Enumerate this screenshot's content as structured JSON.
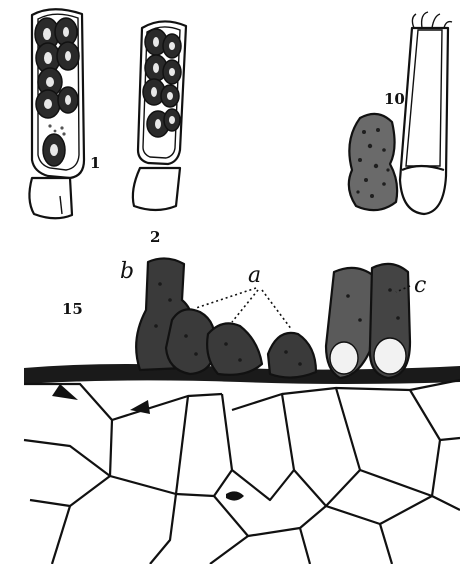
{
  "figure": {
    "labels": {
      "fig1": "1",
      "fig2": "2",
      "fig10": "10",
      "fig15": "15",
      "letter_a": "a",
      "letter_b": "b",
      "letter_c": "c"
    }
  }
}
